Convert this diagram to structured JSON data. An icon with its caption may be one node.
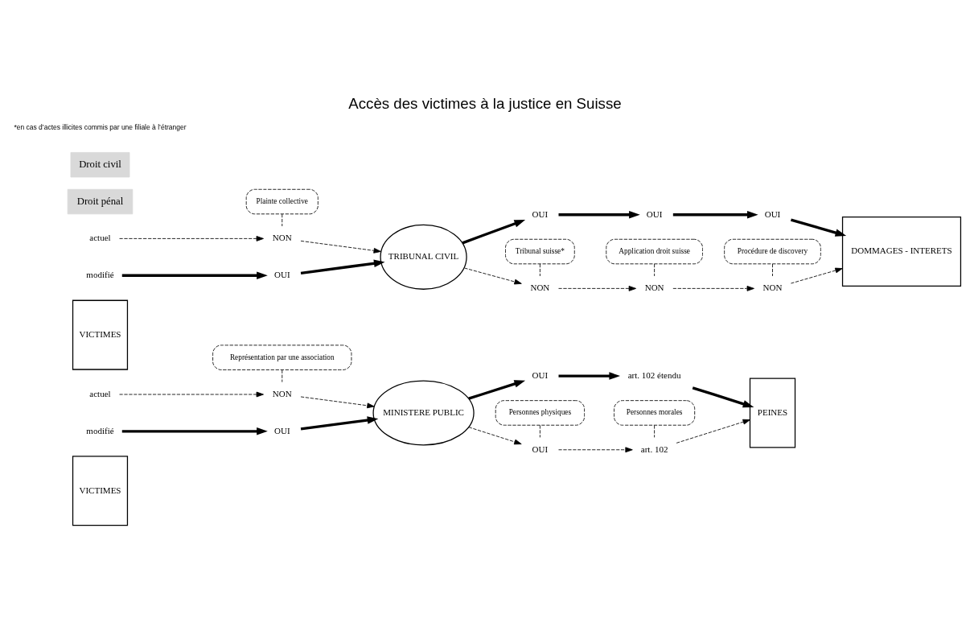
{
  "diagram": {
    "title": "Accès des victimes à la justice en Suisse",
    "nodes": [
      {
        "text": [
          "VICTIMES"
        ]
      },
      {
        "text": [
          "actuel"
        ]
      },
      {
        "text": [
          "NON"
        ]
      },
      {
        "text": [
          "MINISTERE PUBLIC"
        ]
      },
      {
        "text": [
          "OUI"
        ]
      },
      {
        "text": [
          "art. 102"
        ]
      },
      {
        "text": [
          "PEINES"
        ]
      },
      {
        "text": [
          "modifié"
        ]
      },
      {
        "text": [
          "OUI"
        ]
      },
      {
        "text": [
          "OUI"
        ]
      },
      {
        "text": [
          "art. 102 étendu"
        ]
      },
      {
        "text": [
          "Représentation par une association"
        ]
      },
      {
        "text": [
          "Personnes physiques"
        ]
      },
      {
        "text": [
          "Personnes morales"
        ]
      },
      {
        "text": [
          "VICTIMES"
        ]
      },
      {
        "text": [
          "actuel"
        ]
      },
      {
        "text": [
          "NON"
        ]
      },
      {
        "text": [
          "TRIBUNAL CIVIL"
        ]
      },
      {
        "text": [
          "NON"
        ]
      },
      {
        "text": [
          "NON"
        ]
      },
      {
        "text": [
          "NON"
        ]
      },
      {
        "text": [
          "DOMMAGES - INTERETS"
        ]
      },
      {
        "text": [
          "modifié"
        ]
      },
      {
        "text": [
          "OUI"
        ]
      },
      {
        "text": [
          "OUI"
        ]
      },
      {
        "text": [
          "OUI"
        ]
      },
      {
        "text": [
          "OUI"
        ]
      },
      {
        "text": [
          "Plainte collective"
        ]
      },
      {
        "text": [
          "Tribunal suisse*"
        ]
      },
      {
        "text": [
          "Application droit suisse"
        ]
      },
      {
        "text": [
          "Procédure de discovery"
        ]
      }
    ],
    "edges": [
      {
        "from": 1,
        "to": 2,
        "arrow": "to",
        "style": "dashed"
      },
      {
        "from": 2,
        "to": 3,
        "arrow": "to",
        "style": "dashed"
      },
      {
        "from": 3,
        "to": 4,
        "arrow": "to",
        "style": "dashed"
      },
      {
        "from": 4,
        "to": 5,
        "arrow": "to",
        "style": "dashed"
      },
      {
        "from": 5,
        "to": 6,
        "arrow": "to",
        "style": "dashed"
      },
      {
        "from": 7,
        "to": 8,
        "arrow": "to",
        "style": "thick"
      },
      {
        "from": 8,
        "to": 3,
        "arrow": "to",
        "style": "thick"
      },
      {
        "from": 3,
        "to": 9,
        "arrow": "to",
        "style": "thick"
      },
      {
        "from": 9,
        "to": 10,
        "arrow": "to",
        "style": "thick"
      },
      {
        "from": 10,
        "to": 6,
        "arrow": "to",
        "style": "thick"
      },
      {
        "from": 11,
        "to": 2,
        "arrow": "none",
        "style": "dashed"
      },
      {
        "from": 12,
        "to": 4,
        "arrow": "none",
        "style": "dashed"
      },
      {
        "from": 13,
        "to": 5,
        "arrow": "none",
        "style": "dashed"
      },
      {
        "from": 15,
        "to": 16,
        "arrow": "to",
        "style": "dashed"
      },
      {
        "from": 16,
        "to": 17,
        "arrow": "to",
        "style": "dashed"
      },
      {
        "from": 17,
        "to": 18,
        "arrow": "to",
        "style": "dashed"
      },
      {
        "from": 18,
        "to": 19,
        "arrow": "to",
        "style": "dashed"
      },
      {
        "from": 19,
        "to": 20,
        "arrow": "to",
        "style": "dashed"
      },
      {
        "from": 20,
        "to": 21,
        "arrow": "to",
        "style": "dashed"
      },
      {
        "from": 22,
        "to": 23,
        "arrow": "to",
        "style": "thick"
      },
      {
        "from": 23,
        "to": 17,
        "arrow": "to",
        "style": "thick"
      },
      {
        "from": 17,
        "to": 24,
        "arrow": "to",
        "style": "thick"
      },
      {
        "from": 24,
        "to": 25,
        "arrow": "to",
        "style": "thick"
      },
      {
        "from": 25,
        "to": 26,
        "arrow": "to",
        "style": "thick"
      },
      {
        "from": 26,
        "to": 21,
        "arrow": "to",
        "style": "thick"
      },
      {
        "from": 27,
        "to": 16,
        "arrow": "none",
        "style": "dashed"
      },
      {
        "from": 28,
        "to": 18,
        "arrow": "none",
        "style": "dashed"
      },
      {
        "from": 29,
        "to": 19,
        "arrow": "none",
        "style": "dashed"
      },
      {
        "from": 30,
        "to": 20,
        "arrow": "none",
        "style": "dashed"
      }
    ],
    "labels": [
      "Droit pénal",
      "Droit civil",
      "*en cas d’actes illicites commis par une filiale à l’étranger"
    ]
  }
}
